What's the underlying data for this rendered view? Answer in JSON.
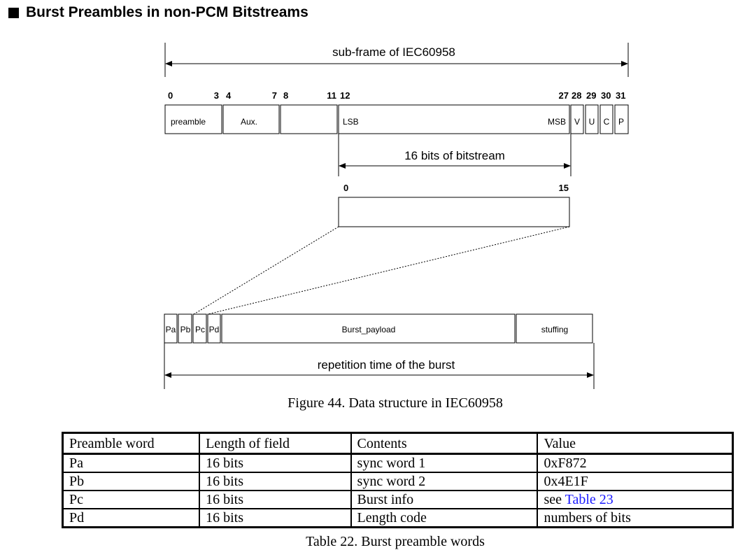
{
  "heading": "Burst Preambles in non-PCM Bitstreams",
  "subframe": {
    "title": "sub-frame of IEC60958",
    "bit_labels": [
      "0",
      "3",
      "4",
      "7",
      "8",
      "11",
      "12",
      "27",
      "28",
      "29",
      "30",
      "31"
    ],
    "fields": {
      "preamble": "preamble",
      "aux": "Aux.",
      "lsb": "LSB",
      "msb": "MSB",
      "v": "V",
      "u": "U",
      "c": "C",
      "p": "P"
    }
  },
  "bitstream": {
    "title": "16 bits of bitstream",
    "start_bit": "0",
    "end_bit": "15"
  },
  "burst": {
    "pa": "Pa",
    "pb": "Pb",
    "pc": "Pc",
    "pd": "Pd",
    "payload": "Burst_payload",
    "stuffing": "stuffing",
    "title": "repetition time of the burst"
  },
  "figure_caption": "Figure 44. Data structure in IEC60958",
  "table": {
    "headers": [
      "Preamble word",
      "Length of field",
      "Contents",
      "Value"
    ],
    "rows": [
      [
        "Pa",
        "16 bits",
        "sync word 1",
        "0xF872"
      ],
      [
        "Pb",
        "16 bits",
        "sync word 2",
        "0x4E1F"
      ],
      [
        "Pc",
        "16 bits",
        "Burst info",
        "see ",
        "Table 23"
      ],
      [
        "Pd",
        "16 bits",
        "Length code",
        "numbers of bits"
      ]
    ],
    "caption": "Table 22. Burst preamble words"
  },
  "colors": {
    "link": "#1a1aff"
  }
}
